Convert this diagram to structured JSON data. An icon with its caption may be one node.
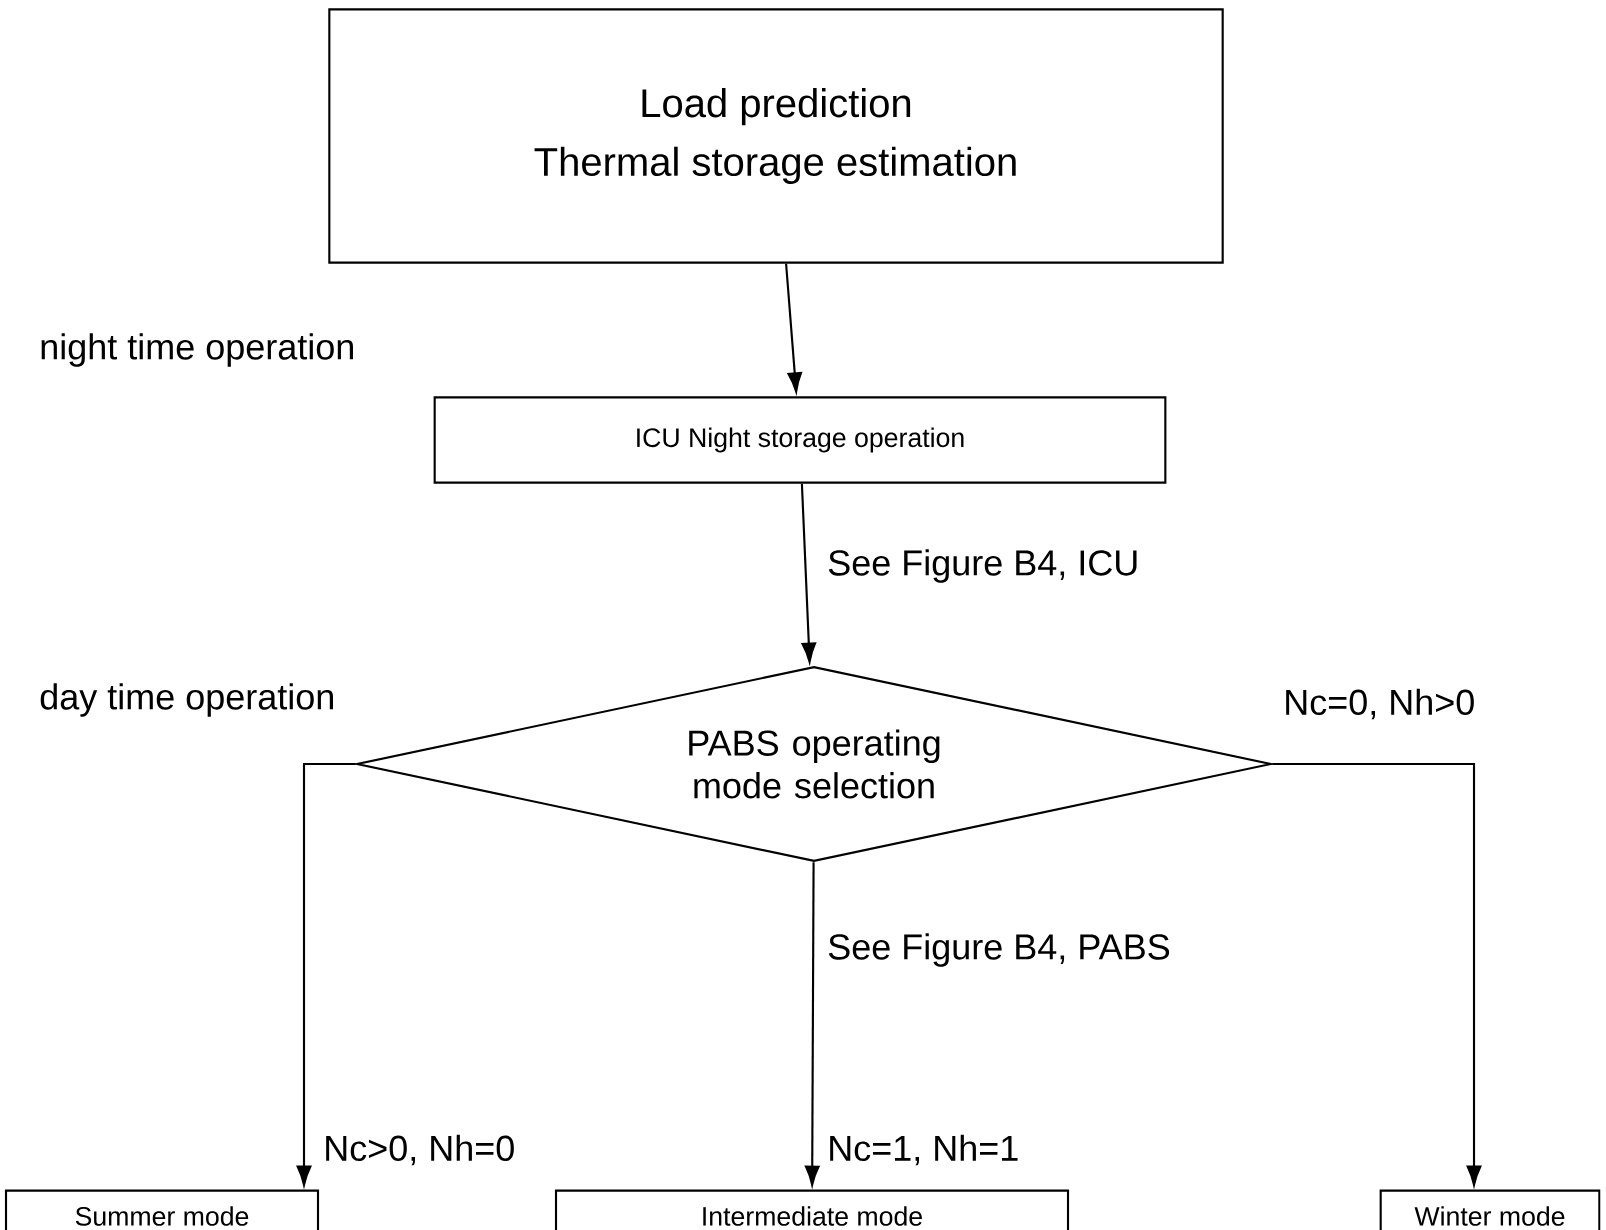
{
  "diagram": {
    "nodes": [
      {
        "text": [
          "Load prediction",
          "Thermal storage estimation"
        ]
      },
      {
        "text": [
          "ICU Night storage operation"
        ]
      },
      {
        "text": [
          "PABS operating mode selection"
        ],
        "beside": [
          "See Figure B4, PABS"
        ]
      },
      {
        "text": [
          "Summer mode"
        ]
      },
      {
        "text": [
          "Intermediate mode"
        ]
      },
      {
        "text": [
          "Winter mode"
        ]
      }
    ],
    "edges": [
      {
        "from": 0,
        "to": 1,
        "arrow": "to"
      },
      {
        "from": 1,
        "to": 2,
        "arrow": "to",
        "label": "See Figure B4, ICU"
      },
      {
        "from": 2,
        "to": 3,
        "arrow": "to",
        "label": "Nc>0, Nh=0"
      },
      {
        "from": 2,
        "to": 4,
        "arrow": "to",
        "label": "Nc=1, Nh=1"
      },
      {
        "from": 2,
        "to": 5,
        "arrow": "to",
        "label": "Nc=0, Nh>0"
      }
    ],
    "labels": [
      "night time operation",
      "day time operation"
    ]
  }
}
